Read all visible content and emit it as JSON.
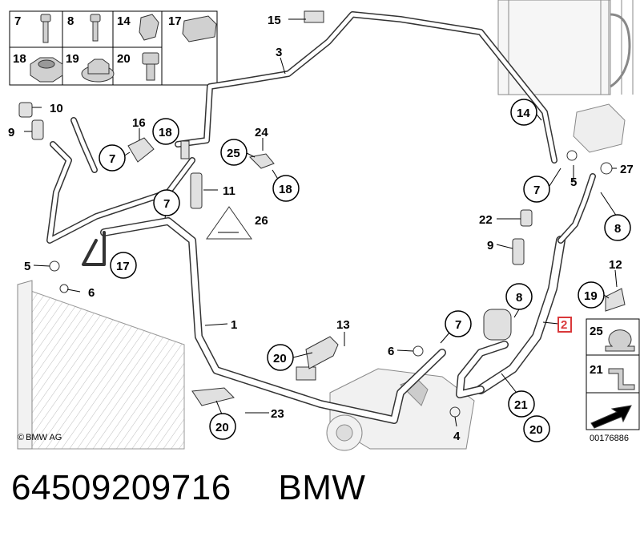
{
  "legend_top": [
    {
      "num": "7",
      "part": "bolt"
    },
    {
      "num": "8",
      "part": "bolt"
    },
    {
      "num": "14",
      "part": "clip"
    },
    {
      "num": "17",
      "part": "bracket"
    },
    {
      "num": "18",
      "part": "nut"
    },
    {
      "num": "19",
      "part": "collar-nut"
    },
    {
      "num": "20",
      "part": "hex-bolt"
    }
  ],
  "legend_bottom": [
    {
      "num": "25",
      "part": "hose-clamp"
    },
    {
      "num": "21",
      "part": "bracket"
    }
  ],
  "callouts": [
    {
      "num": "15"
    },
    {
      "num": "3"
    },
    {
      "num": "14"
    },
    {
      "num": "27"
    },
    {
      "num": "10"
    },
    {
      "num": "9"
    },
    {
      "num": "16"
    },
    {
      "num": "18"
    },
    {
      "num": "7"
    },
    {
      "num": "24"
    },
    {
      "num": "25"
    },
    {
      "num": "18"
    },
    {
      "num": "11"
    },
    {
      "num": "7"
    },
    {
      "num": "26"
    },
    {
      "num": "7"
    },
    {
      "num": "5"
    },
    {
      "num": "22"
    },
    {
      "num": "9"
    },
    {
      "num": "8"
    },
    {
      "num": "5"
    },
    {
      "num": "17"
    },
    {
      "num": "6"
    },
    {
      "num": "12"
    },
    {
      "num": "19"
    },
    {
      "num": "8"
    },
    {
      "num": "2"
    },
    {
      "num": "1"
    },
    {
      "num": "13"
    },
    {
      "num": "7"
    },
    {
      "num": "20"
    },
    {
      "num": "6"
    },
    {
      "num": "21"
    },
    {
      "num": "20"
    },
    {
      "num": "4"
    },
    {
      "num": "20"
    },
    {
      "num": "23"
    }
  ],
  "highlight_color": "#d9383a",
  "copyright": {
    "symbol": "©",
    "text": "BMW AG"
  },
  "drawing_number": "00176886",
  "caption": {
    "part_number": "64509209716",
    "brand": "BMW"
  }
}
